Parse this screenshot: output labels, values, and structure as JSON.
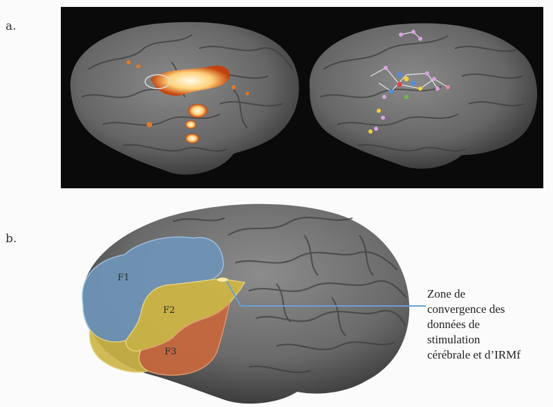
{
  "panels": {
    "a": {
      "label": "a."
    },
    "b": {
      "label": "b."
    }
  },
  "regions": {
    "f1": "F1",
    "f2": "F2",
    "f3": "F3"
  },
  "annotation": {
    "lines": [
      "Zone de",
      "convergence des",
      "données de",
      "stimulation",
      "cérébrale et d’IRMf"
    ]
  },
  "colors": {
    "background": "#fbfbfb",
    "cortex": "#6b6b6b",
    "panel_a_background": "#0a0a0a",
    "region_f1": "#6f93b6",
    "region_f2": "#cdb545",
    "region_f3": "#c6683f",
    "leader_line": "#6aa0d6",
    "activation": "#ffe9a8"
  },
  "icons": {
    "left_brain": "brain-left-hemisphere-fmri",
    "right_brain": "brain-left-hemisphere-electrodes",
    "bottom_brain": "brain-left-hemisphere-regions"
  }
}
